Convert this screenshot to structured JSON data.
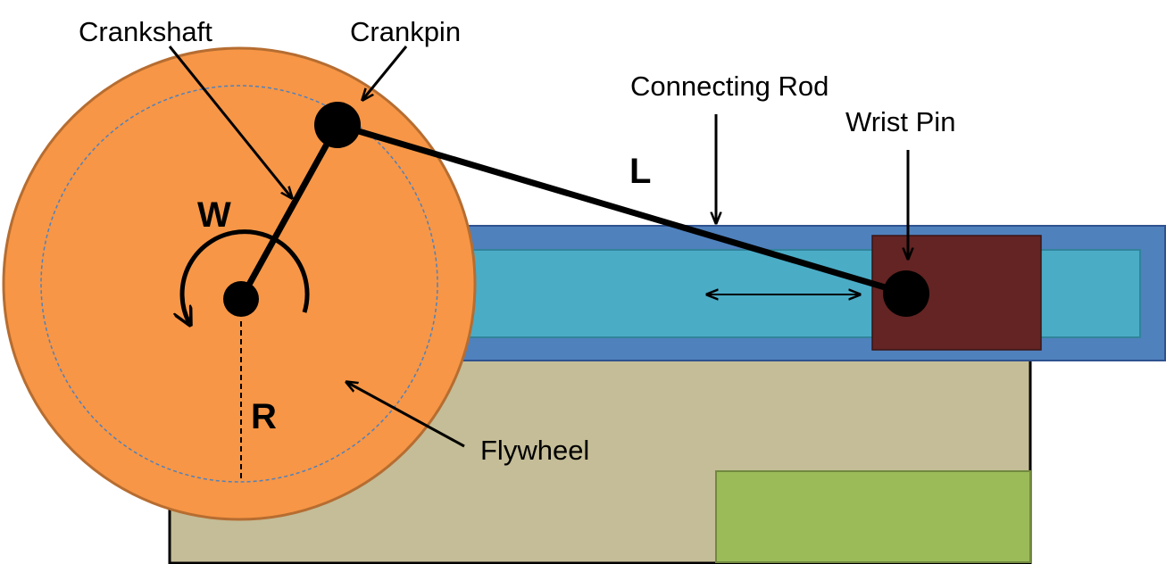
{
  "labels": {
    "crankshaft": "Crankshaft",
    "crankpin": "Crankpin",
    "connecting_rod": "Connecting Rod",
    "wrist_pin": "Wrist Pin",
    "flywheel": "Flywheel",
    "omega": "W",
    "length": "L",
    "radius": "R"
  },
  "colors": {
    "flywheel_fill": "#F79646",
    "flywheel_stroke": "#B66D31",
    "rail_outer": "#4F81BD",
    "rail_inner": "#4BACC6",
    "slider_block": "#632423",
    "base": "#C4BD97",
    "green_block": "#9BBB59",
    "green_block_stroke": "#71893F",
    "dashed_circle": "#4F81BD"
  }
}
